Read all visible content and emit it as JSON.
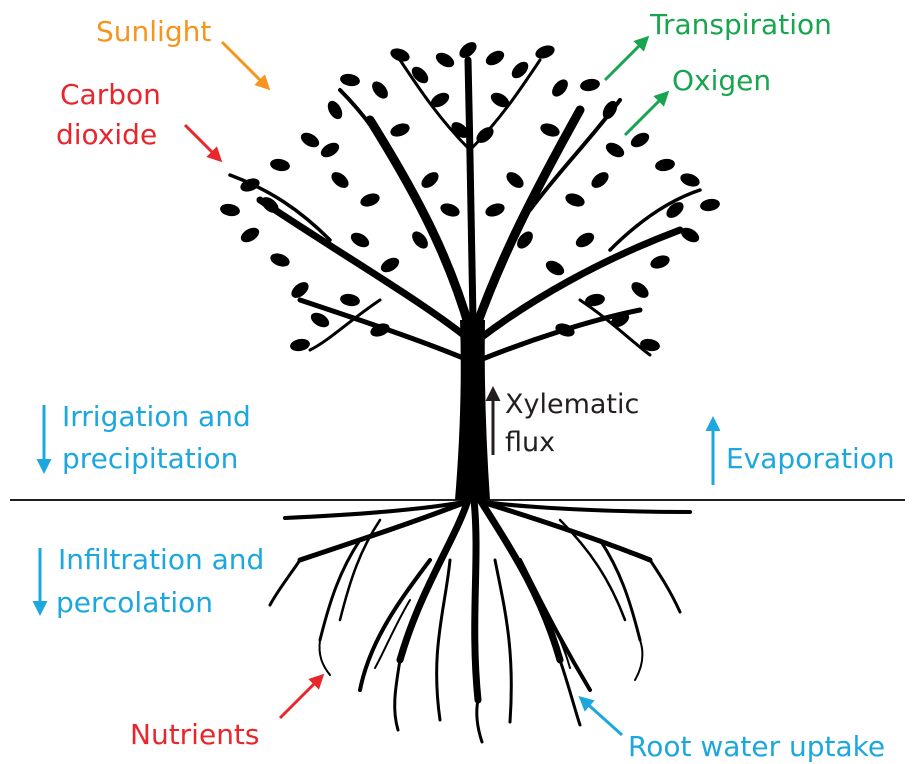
{
  "colors": {
    "orange": "#f7941d",
    "red": "#e8262b",
    "green": "#19a550",
    "blue": "#1ca7df",
    "black": "#000000",
    "dark": "#231f20"
  },
  "labels": {
    "sunlight": "Sunlight",
    "carbon_line1": "Carbon",
    "carbon_line2": "dioxide",
    "transpiration": "Transpiration",
    "oxygen": "Oxigen",
    "xylem_line1": "Xylematic",
    "xylem_line2": "flux",
    "irrigation_line1": "Irrigation and",
    "irrigation_line2": "precipitation",
    "evaporation": "Evaporation",
    "infiltration_line1": "Infiltration and",
    "infiltration_line2": "percolation",
    "nutrients": "Nutrients",
    "root_uptake": "Root water uptake"
  },
  "icons": {
    "tree": "tree-silhouette-icon",
    "roots": "root-system-icon"
  }
}
